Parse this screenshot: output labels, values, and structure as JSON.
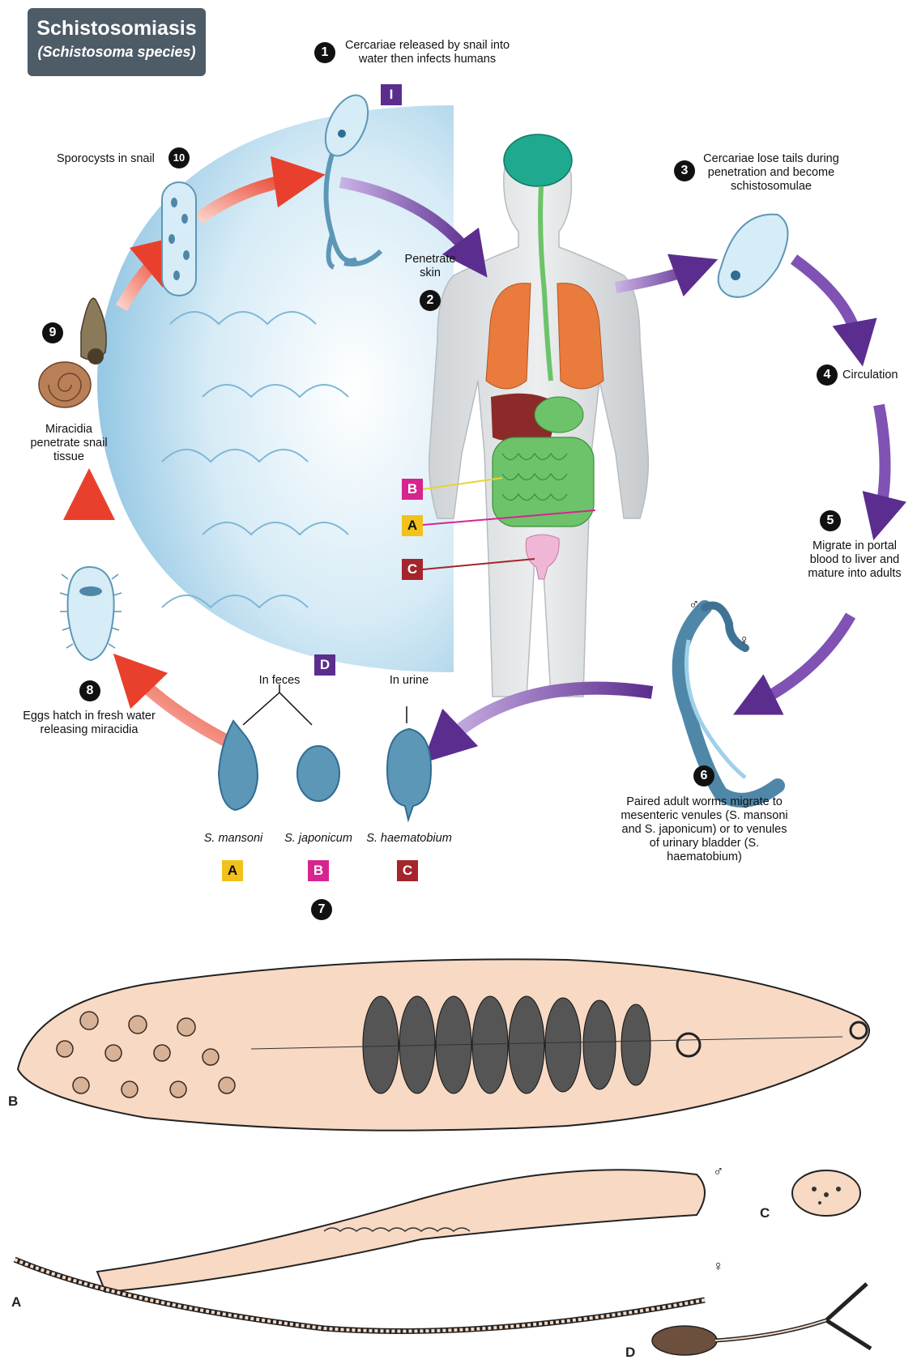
{
  "title": {
    "main": "Schistosomiasis",
    "sub": "(Schistosoma species)"
  },
  "steps": {
    "s1": {
      "num": "1",
      "text": "Cercariae released by snail into water then infects humans"
    },
    "s2": {
      "num": "2",
      "text": "Penetrate skin"
    },
    "s3": {
      "num": "3",
      "text": "Cercariae lose tails during penetration and become schistosomulae"
    },
    "s4": {
      "num": "4",
      "text": "Circulation"
    },
    "s5": {
      "num": "5",
      "text": "Migrate in portal blood to liver and mature into adults"
    },
    "s6": {
      "num": "6",
      "text": "Paired adult worms migrate to mesenteric venules (S. mansoni and S. japonicum) or to venules of urinary bladder (S. haematobium)"
    },
    "s7": {
      "num": "7"
    },
    "s8": {
      "num": "8",
      "text": "Eggs hatch in fresh water releasing miracidia"
    },
    "s9": {
      "num": "9",
      "text": "Miracidia penetrate snail tissue"
    },
    "s10": {
      "num": "10",
      "text": "Sporocysts in snail"
    }
  },
  "stage_boxes": {
    "I": {
      "label": "I",
      "color": "#5b2d8e"
    },
    "D": {
      "label": "D",
      "color": "#5b2d8e"
    },
    "A": {
      "label": "A",
      "color": "#f2c21b"
    },
    "B": {
      "label": "B",
      "color": "#d6258f"
    },
    "C": {
      "label": "C",
      "color": "#a4252b"
    }
  },
  "eggs": {
    "in_feces": "In feces",
    "in_urine": "In urine",
    "mansoni": "S. mansoni",
    "japonicum": "S. japonicum",
    "haematobium": "S. haematobium"
  },
  "sex": {
    "male": "♂",
    "female": "♀"
  },
  "figure_labels": {
    "A": "A",
    "B": "B",
    "C": "C",
    "D": "D"
  },
  "colors": {
    "title_bg": "#4e5c68",
    "arrow_red": "#e8402c",
    "arrow_purple": "#5b2d8e",
    "water": "#b9dcee",
    "worm_fill": "#f7d9c4",
    "lung": "#e97b3c",
    "brain": "#1fa98e",
    "gut": "#6cc36a",
    "liver": "#8c2a2a",
    "bladder": "#f0b6d6"
  }
}
